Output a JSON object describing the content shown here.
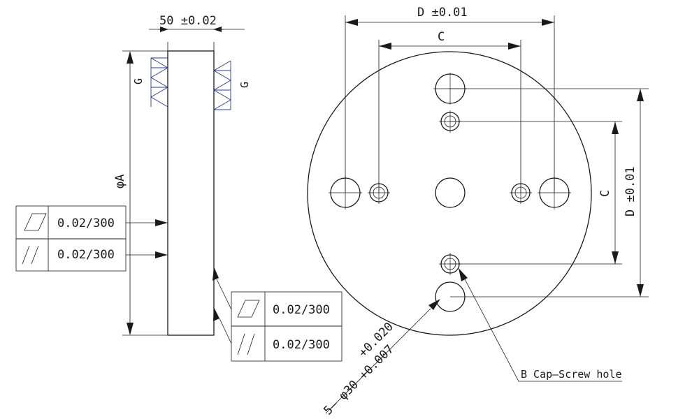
{
  "side_view": {
    "thickness_label": "50 ±0.02",
    "diameter_label": "φA",
    "grind_mark_left": "G",
    "grind_mark_right": "G"
  },
  "tolerance_frames": [
    {
      "symbol": "flatness",
      "value": "0.02/300"
    },
    {
      "symbol": "parallelism",
      "value": "0.02/300"
    },
    {
      "symbol": "flatness",
      "value": "0.02/300"
    },
    {
      "symbol": "parallelism",
      "value": "0.02/300"
    }
  ],
  "front_view": {
    "top_outer_dim": "D ±0.01",
    "top_inner_dim": "C",
    "right_inner_dim": "C",
    "right_outer_dim": "D ±0.01",
    "hole_callout_line1": "+0.020",
    "hole_callout_line2": "5– φ30 +0.007",
    "cap_screw_label": "B Cap–Screw hole"
  }
}
